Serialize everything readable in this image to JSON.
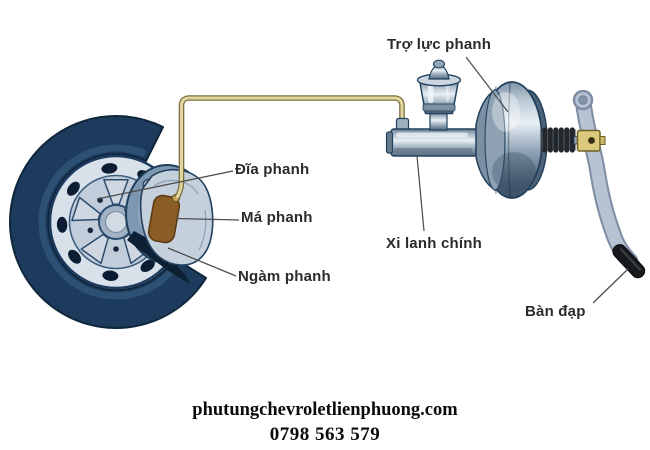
{
  "labels": {
    "brake_booster": "Trợ lực phanh",
    "brake_disc": "Đĩa phanh",
    "brake_pad": "Má phanh",
    "brake_caliper": "Ngàm phanh",
    "master_cylinder": "Xi lanh chính",
    "brake_pedal": "Bàn đạp"
  },
  "footer": {
    "website": "phutungchevroletlienphuong.com",
    "phone": "0798 563 579"
  },
  "colors": {
    "background": "#ffffff",
    "tire": "#1d3b5c",
    "tire_highlight": "#2f5477",
    "rim": "#d8e0e9",
    "rim_outline": "#1c3b5e",
    "brake_disc": "#7f98b1",
    "caliper": "#c4d0dc",
    "brake_pad": "#8a5c26",
    "brake_line": "#e2d69e",
    "brake_line_edge": "#7a6e42",
    "metal_light": "#e9eff4",
    "metal_dark": "#54687b",
    "clevis_gold": "#dbca7c",
    "pedal_arm": "#b7c3d3",
    "pedal_pad": "#17191c",
    "label_text": "#2b2b2b",
    "leader_line": "#4d4d4d",
    "footer_text": "#0a0a0a"
  }
}
